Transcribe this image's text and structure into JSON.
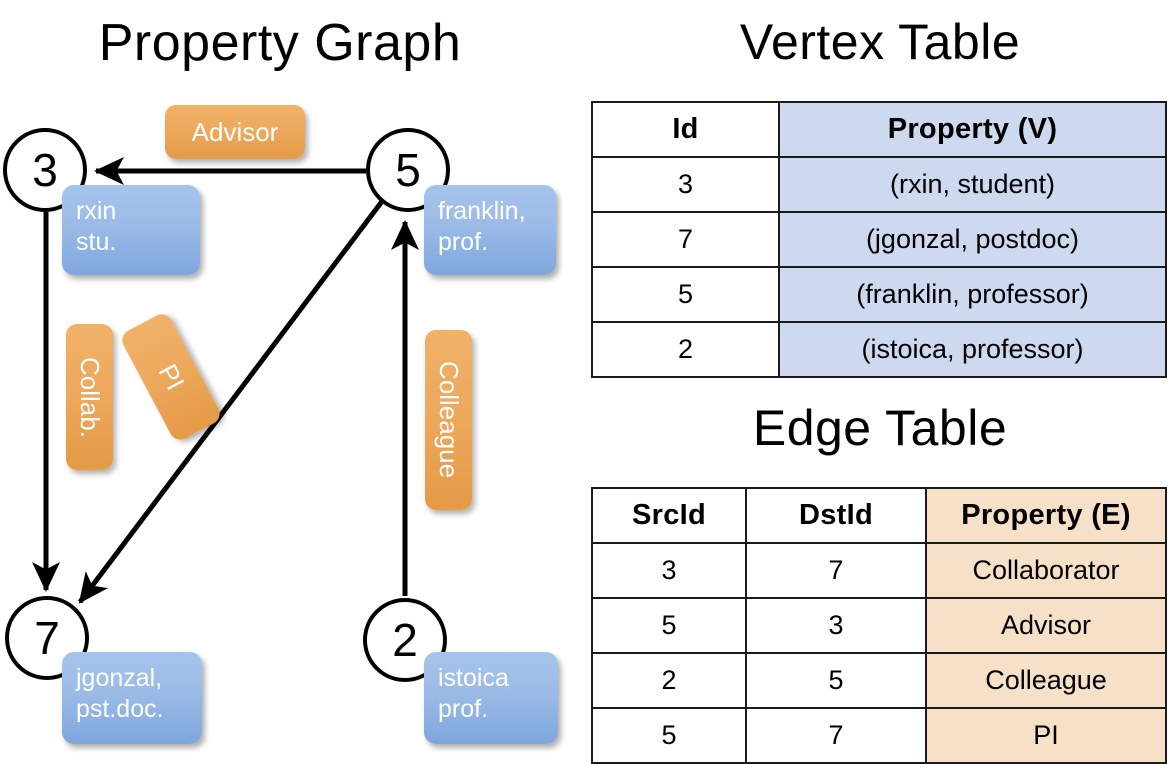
{
  "titles": {
    "property_graph": "Property Graph",
    "vertex_table": "Vertex Table",
    "edge_table": "Edge Table"
  },
  "graph": {
    "vertices": [
      {
        "id": "3",
        "property_label": "rxin\nstu."
      },
      {
        "id": "5",
        "property_label": "franklin,\nprof."
      },
      {
        "id": "7",
        "property_label": "jgonzal,\npst.doc."
      },
      {
        "id": "2",
        "property_label": "istoica\nprof."
      }
    ],
    "vertex_labels": {
      "rxin_line1": "rxin",
      "rxin_line2": "stu.",
      "franklin_line1": "franklin,",
      "franklin_line2": "prof.",
      "jgonzal_line1": "jgonzal,",
      "jgonzal_line2": "pst.doc.",
      "istoica_line1": "istoica",
      "istoica_line2": "prof."
    },
    "edge_labels": {
      "advisor": "Advisor",
      "collab": "Collab.",
      "pi": "PI",
      "colleague": "Colleague"
    },
    "edges": [
      {
        "from": "5",
        "to": "3",
        "label": "Advisor"
      },
      {
        "from": "3",
        "to": "7",
        "label": "Collab."
      },
      {
        "from": "5",
        "to": "7",
        "label": "PI"
      },
      {
        "from": "2",
        "to": "5",
        "label": "Colleague"
      }
    ]
  },
  "vertex_table": {
    "headers": [
      "Id",
      "Property (V)"
    ],
    "rows": [
      {
        "id": "3",
        "property": "(rxin, student)"
      },
      {
        "id": "7",
        "property": "(jgonzal, postdoc)"
      },
      {
        "id": "5",
        "property": "(franklin, professor)"
      },
      {
        "id": "2",
        "property": "(istoica, professor)"
      }
    ]
  },
  "edge_table": {
    "headers": [
      "SrcId",
      "DstId",
      "Property (E)"
    ],
    "rows": [
      {
        "src": "3",
        "dst": "7",
        "property": "Collaborator"
      },
      {
        "src": "5",
        "dst": "3",
        "property": "Advisor"
      },
      {
        "src": "2",
        "dst": "5",
        "property": "Colleague"
      },
      {
        "src": "5",
        "dst": "7",
        "property": "PI"
      }
    ]
  },
  "colors": {
    "vertex_property_fill": "#ccd9ee",
    "edge_property_fill": "#f6e0c8",
    "node_box_blue": "#9bbbe7",
    "edge_label_orange": "#eda95d",
    "stroke": "#000000",
    "background": "#ffffff"
  }
}
